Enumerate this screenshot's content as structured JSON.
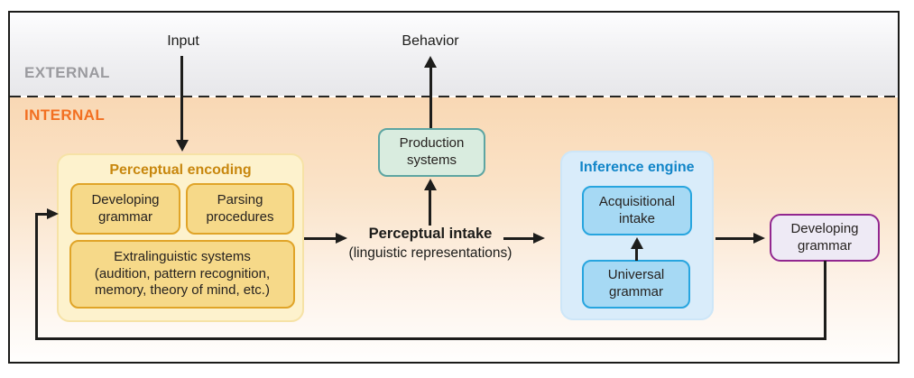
{
  "regions": {
    "external_label": "EXTERNAL",
    "internal_label": "INTERNAL"
  },
  "flow": {
    "input_label": "Input",
    "behavior_label": "Behavior",
    "intake_title": "Perceptual intake",
    "intake_subtitle": "(linguistic representations)"
  },
  "encoding": {
    "title": "Perceptual encoding",
    "developing_grammar": "Developing\ngrammar",
    "parsing_procedures": "Parsing\nprocedures",
    "extralinguistic": "Extralinguistic systems\n(audition, pattern recognition,\nmemory, theory of mind, etc.)"
  },
  "production": {
    "label": "Production\nsystems"
  },
  "inference": {
    "title": "Inference engine",
    "acquisitional_intake": "Acquisitional\nintake",
    "universal_grammar": "Universal\ngrammar"
  },
  "output": {
    "label": "Developing\ngrammar"
  },
  "colors": {
    "external_label": "#9b9b9f",
    "internal_label": "#f26f21",
    "encoding_fill": "#fdf2cd",
    "encoding_title": "#c8870e",
    "encoding_child_fill": "#f6d989",
    "encoding_child_border": "#e0a428",
    "production_fill": "#d9ecdf",
    "production_border": "#5da5a2",
    "inference_fill": "#d9ecfa",
    "inference_title": "#1185c8",
    "inference_child_fill": "#a6d9f4",
    "inference_child_border": "#27a5df",
    "output_fill": "#eeeaf5",
    "output_border": "#92278f",
    "arrow": "#1d1d1b"
  }
}
